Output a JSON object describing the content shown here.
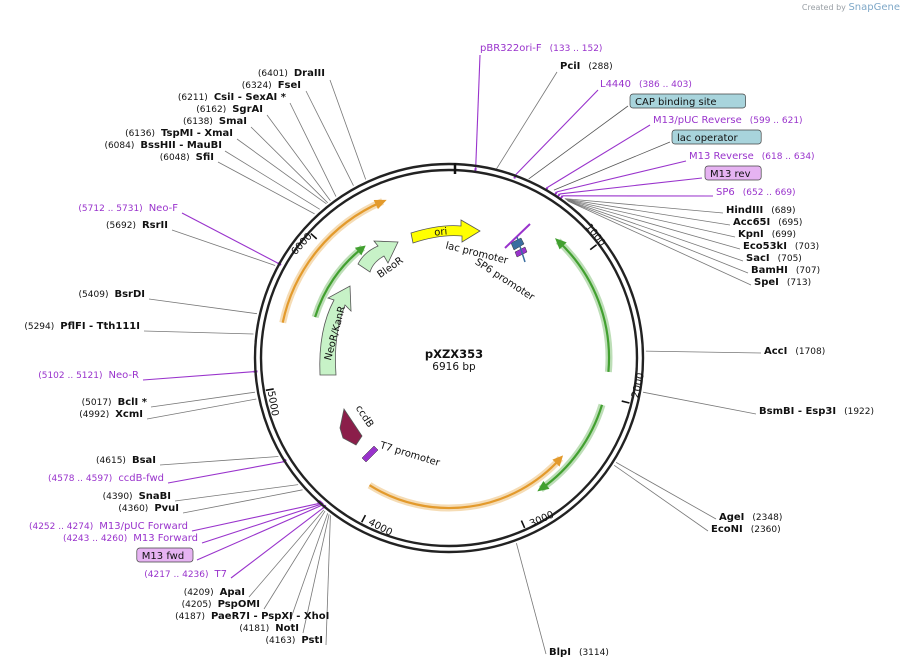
{
  "credit": {
    "prefix": "Created by",
    "brand": "SnapGene"
  },
  "plasmid": {
    "name": "pXZX353",
    "length": 6916,
    "length_label": "6916 bp"
  },
  "colors": {
    "primer": "#9933cc",
    "site": "#111111",
    "backbone": "#222222",
    "orange": "#e39a2c",
    "green": "#42a030",
    "pale_green": "#c7f2c7",
    "yellow": "#ffff00",
    "ccdb": "#8b1e4a",
    "feature_box": "#a8d4dc",
    "primer_box": "#e6b3f2"
  },
  "ticks": [
    "1000",
    "2000",
    "3000",
    "4000",
    "5000",
    "6000"
  ],
  "features": [
    {
      "name": "ori",
      "style": "yellow"
    },
    {
      "name": "BleoR",
      "style": "pale"
    },
    {
      "name": "NeoR/KanR",
      "style": "pale"
    },
    {
      "name": "ccdB",
      "style": "dark"
    },
    {
      "name": "lac promoter",
      "style": "label"
    },
    {
      "name": "SP6 promoter",
      "style": "label"
    },
    {
      "name": "T7 promoter",
      "style": "label"
    }
  ],
  "labels": [
    {
      "id": "pbr322ori-f",
      "name": "pBR322ori-F",
      "pos": "(133 .. 152)",
      "kind": "primer"
    },
    {
      "id": "pcii",
      "name": "PciI",
      "pos": "(288)",
      "kind": "site"
    },
    {
      "id": "l4440",
      "name": "L4440",
      "pos": "(386 .. 403)",
      "kind": "primer"
    },
    {
      "id": "cap",
      "name": "CAP binding site",
      "pos": "",
      "kind": "box"
    },
    {
      "id": "m13-puc-rev",
      "name": "M13/pUC Reverse",
      "pos": "(599 .. 621)",
      "kind": "primer"
    },
    {
      "id": "lac-op",
      "name": "lac operator",
      "pos": "",
      "kind": "box"
    },
    {
      "id": "m13-reverse",
      "name": "M13 Reverse",
      "pos": "(618 .. 634)",
      "kind": "primer"
    },
    {
      "id": "m13-rev",
      "name": "M13 rev",
      "pos": "",
      "kind": "pbox"
    },
    {
      "id": "sp6",
      "name": "SP6",
      "pos": "(652 .. 669)",
      "kind": "primer"
    },
    {
      "id": "hindiii",
      "name": "HindIII",
      "pos": "(689)",
      "kind": "site"
    },
    {
      "id": "acc65i",
      "name": "Acc65I",
      "pos": "(695)",
      "kind": "site"
    },
    {
      "id": "kpni",
      "name": "KpnI",
      "pos": "(699)",
      "kind": "site"
    },
    {
      "id": "eco53ki",
      "name": "Eco53kI",
      "pos": "(703)",
      "kind": "site"
    },
    {
      "id": "saci",
      "name": "SacI",
      "pos": "(705)",
      "kind": "site"
    },
    {
      "id": "bamhi",
      "name": "BamHI",
      "pos": "(707)",
      "kind": "site"
    },
    {
      "id": "spei",
      "name": "SpeI",
      "pos": "(713)",
      "kind": "site"
    },
    {
      "id": "acci",
      "name": "AccI",
      "pos": "(1708)",
      "kind": "site"
    },
    {
      "id": "bsmbi",
      "name": "BsmBI",
      "name2": "- Esp3I",
      "pos": "(1922)",
      "kind": "site"
    },
    {
      "id": "agei",
      "name": "AgeI",
      "pos": "(2348)",
      "kind": "site"
    },
    {
      "id": "ecoNI",
      "name": "EcoNI",
      "pos": "(2360)",
      "kind": "site"
    },
    {
      "id": "blpi",
      "name": "BlpI",
      "pos": "(3114)",
      "kind": "site"
    },
    {
      "id": "drai",
      "name": "DraIII",
      "pos": "(6401)",
      "kind": "site"
    },
    {
      "id": "fsei",
      "name": "FseI",
      "pos": "(6324)",
      "kind": "site"
    },
    {
      "id": "csii",
      "name": "CsiI",
      "name2": "- SexAI *",
      "pos": "(6211)",
      "kind": "site"
    },
    {
      "id": "sgrai",
      "name": "SgrAI",
      "pos": "(6162)",
      "kind": "site"
    },
    {
      "id": "smai",
      "name": "SmaI",
      "pos": "(6138)",
      "kind": "site"
    },
    {
      "id": "tspmi",
      "name": "TspMI",
      "name2": "- XmaI",
      "pos": "(6136)",
      "kind": "site"
    },
    {
      "id": "bsshii",
      "name": "BssHII",
      "name2": "- MauBI",
      "pos": "(6084)",
      "kind": "site"
    },
    {
      "id": "sfii",
      "name": "SfiI",
      "pos": "(6048)",
      "kind": "site"
    },
    {
      "id": "neo-f",
      "name": "Neo-F",
      "pos": "(5712 .. 5731)",
      "kind": "primer"
    },
    {
      "id": "rsrii",
      "name": "RsrII",
      "pos": "(5692)",
      "kind": "site"
    },
    {
      "id": "bsrdi",
      "name": "BsrDI",
      "pos": "(5409)",
      "kind": "site"
    },
    {
      "id": "pflfi",
      "name": "PflFI",
      "name2": "- Tth111I",
      "pos": "(5294)",
      "kind": "site"
    },
    {
      "id": "neo-r",
      "name": "Neo-R",
      "pos": "(5102 .. 5121)",
      "kind": "primer"
    },
    {
      "id": "bcli",
      "name": "BclI *",
      "pos": "(5017)",
      "kind": "site"
    },
    {
      "id": "xcmi",
      "name": "XcmI",
      "pos": "(4992)",
      "kind": "site"
    },
    {
      "id": "bsai",
      "name": "BsaI",
      "pos": "(4615)",
      "kind": "site"
    },
    {
      "id": "ccdb-fwd",
      "name": "ccdB-fwd",
      "pos": "(4578 .. 4597)",
      "kind": "primer"
    },
    {
      "id": "snabi",
      "name": "SnaBI",
      "pos": "(4390)",
      "kind": "site"
    },
    {
      "id": "pvui",
      "name": "PvuI",
      "pos": "(4360)",
      "kind": "site"
    },
    {
      "id": "m13-puc-fwd",
      "name": "M13/pUC Forward",
      "pos": "(4252 .. 4274)",
      "kind": "primer"
    },
    {
      "id": "m13-forward",
      "name": "M13 Forward",
      "pos": "(4243 .. 4260)",
      "kind": "primer"
    },
    {
      "id": "m13-fwd",
      "name": "M13 fwd",
      "pos": "",
      "kind": "pbox"
    },
    {
      "id": "t7",
      "name": "T7",
      "pos": "(4217 .. 4236)",
      "kind": "primer"
    },
    {
      "id": "apai",
      "name": "ApaI",
      "pos": "(4209)",
      "kind": "site"
    },
    {
      "id": "pspomi",
      "name": "PspOMI",
      "pos": "(4205)",
      "kind": "site"
    },
    {
      "id": "paer7i",
      "name": "PaeR7I",
      "name2": "- PspXI   - XhoI",
      "pos": "(4187)",
      "kind": "site"
    },
    {
      "id": "noti",
      "name": "NotI",
      "pos": "(4181)",
      "kind": "site"
    },
    {
      "id": "psti",
      "name": "PstI",
      "pos": "(4163)",
      "kind": "site"
    }
  ]
}
